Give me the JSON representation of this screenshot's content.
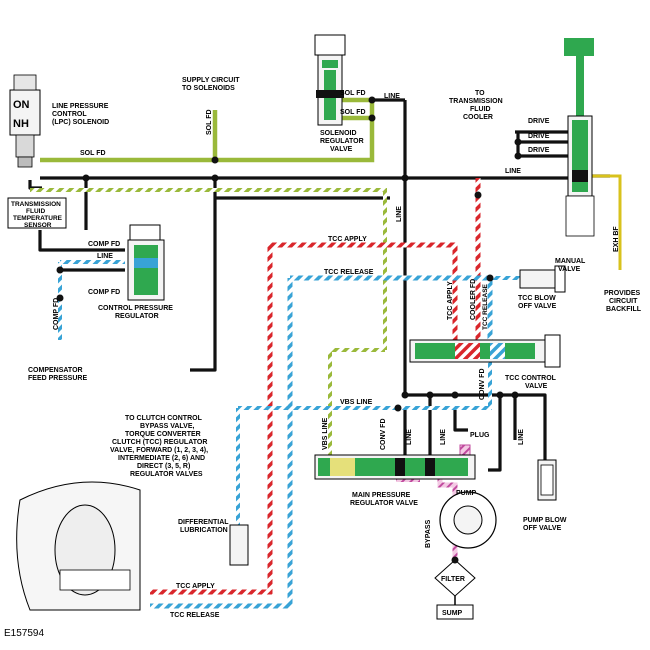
{
  "doc_id": "E157594",
  "colors": {
    "line": "#111111",
    "sol_fd": "#9ab93a",
    "tcc_apply": "#d9262b",
    "tcc_release": "#38a3d6",
    "component": "#2fa84f",
    "exh": "#d8c21c",
    "bypass": "#c04a9e"
  },
  "icons": [
    "on-nh-solenoid-icon",
    "manual-valve-icon",
    "pump-icon",
    "filter-icon",
    "torque-converter-icon",
    "flow-arrow-icon"
  ],
  "labels": {
    "lpc_on": "ON",
    "lpc_nh": "NH",
    "lpc_1": "LINE PRESSURE",
    "lpc_2": "CONTROL",
    "lpc_3": "(LPC) SOLENOID",
    "supply_1": "SUPPLY CIRCUIT",
    "supply_2": "TO SOLENOIDS",
    "sol_fd": "SOL FD",
    "line": "LINE",
    "srv_1": "SOLENOID",
    "srv_2": "REGULATOR",
    "srv_3": "VALVE",
    "ttf_1": "TO",
    "ttf_2": "TRANSMISSION",
    "ttf_3": "FLUID",
    "ttf_4": "COOLER",
    "drive": "DRIVE",
    "tfts_1": "TRANSMISSION",
    "tfts_2": "FLUID",
    "tfts_3": "TEMPERATURE",
    "tfts_4": "SENSOR",
    "comp_fd": "COMP FD",
    "cpr_1": "CONTROL PRESSURE",
    "cpr_2": "REGULATOR",
    "cfp_1": "COMPENSATOR",
    "cfp_2": "FEED PRESSURE",
    "tcc_apply": "TCC APPLY",
    "tcc_release": "TCC RELEASE",
    "cooler_fd": "COOLER FD",
    "tcc_rel": "TCC RELEASE",
    "manual_1": "MANUAL",
    "manual_2": "VALVE",
    "exh_bf": "EXH BF",
    "pcb_1": "PROVIDES",
    "pcb_2": "CIRCUIT",
    "pcb_3": "BACKFILL",
    "tcc_blow_1": "TCC BLOW",
    "tcc_blow_2": "OFF VALVE",
    "tcc_ctrl_1": "TCC CONTROL",
    "tcc_ctrl_2": "VALVE",
    "conv_fd": "CONV FD",
    "vbs_line": "VBS LINE",
    "clutch_1": "TO CLUTCH CONTROL",
    "clutch_2": "BYPASS VALVE,",
    "clutch_3": "TORQUE CONVERTER",
    "clutch_4": "CLUTCH (TCC) REGULATOR",
    "clutch_5": "VALVE, FORWARD (1, 2, 3, 4),",
    "clutch_6": "INTERMEDIATE (2, 6) AND",
    "clutch_7": "DIRECT (3, 5, R)",
    "clutch_8": "REGULATOR VALVES",
    "plug": "PLUG",
    "mprv_1": "MAIN PRESSURE",
    "mprv_2": "REGULATOR VALVE",
    "pump": "PUMP",
    "pump_blow_1": "PUMP BLOW",
    "pump_blow_2": "OFF VALVE",
    "diff_1": "DIFFERENTIAL",
    "diff_2": "LUBRICATION",
    "bypass": "BYPASS",
    "filter": "FILTER",
    "sump": "SUMP"
  }
}
